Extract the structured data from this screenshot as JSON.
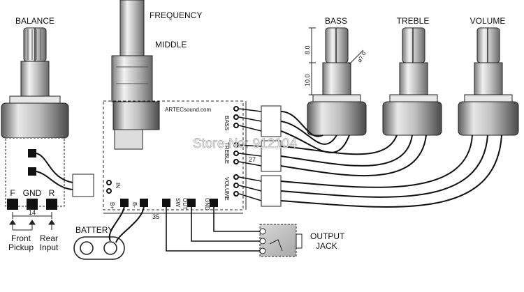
{
  "pots": {
    "balance": "BALANCE",
    "bass": "BASS",
    "treble": "TREBLE",
    "volume": "VOLUME"
  },
  "stacked_pot": {
    "frequency": "FREQUENCY",
    "middle": "MIDDLE"
  },
  "dimensions": {
    "shaft_len": "8.0",
    "bushing_len": "10.0",
    "diameter": "ø7.0",
    "board_height": "27",
    "board_width": "35",
    "jack_spacing": "14"
  },
  "board": {
    "brand": "ARTECsound.com",
    "bass_pad": "BASS",
    "treble_pad": "TREBLE",
    "volume_pad": "VOLUME",
    "in_pad": "IN",
    "b_plus": "B+",
    "b_minus": "B-",
    "sw": "SW",
    "out": "OUT",
    "gnd": "GND"
  },
  "balance_terminals": {
    "f": "F",
    "gnd": "GND",
    "r": "R"
  },
  "pickup_labels": {
    "front_line1": "Front",
    "front_line2": "Pickup",
    "rear_line1": "Rear",
    "rear_line2": "Input"
  },
  "battery": "BATTERY",
  "output_jack": {
    "line1": "OUTPUT",
    "line2": "JACK"
  },
  "watermark": "Store No: 912104"
}
